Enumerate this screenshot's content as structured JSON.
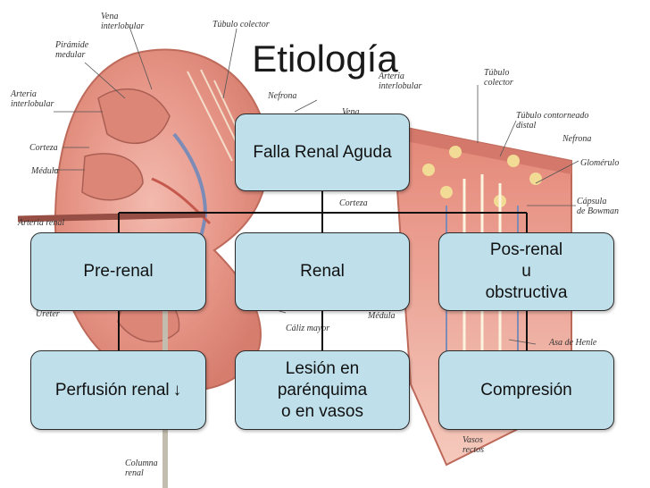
{
  "title": "Etiología",
  "root": "Falla Renal Aguda",
  "categories": [
    {
      "label_lines": [
        "Pre-renal"
      ]
    },
    {
      "label_lines": [
        "Renal"
      ]
    },
    {
      "label_lines": [
        "Pos-renal",
        "u",
        "obstructiva"
      ]
    }
  ],
  "causes": [
    {
      "text": "Perfusión renal",
      "arrow": "↓"
    },
    {
      "label_lines": [
        "Lesión en",
        "parénquima",
        "o en vasos"
      ]
    },
    {
      "label_lines": [
        "Compresión"
      ]
    }
  ],
  "anatomy_labels": {
    "vena_interlobular": [
      "Vena",
      "interlobular"
    ],
    "tubulo_colector": "Túbulo colector",
    "piramide_medular": [
      "Pirámide",
      "medular"
    ],
    "arteria_interlobular": [
      "Arteria",
      "interlobular"
    ],
    "nefrona": "Nefrona",
    "corteza": "Corteza",
    "medula": "Médula",
    "arteria_renal": "Arteria renal",
    "ureter": "Uréter",
    "caliz_mayor": "Cáliz mayor",
    "columna_renal": [
      "Columna",
      "renal"
    ],
    "vena_right": "Vena",
    "corteza_right": "Corteza",
    "medula_right": "Médula",
    "arteria_interlobular_right": [
      "Arteria",
      "interlobular"
    ],
    "tubulo_colector_right": [
      "Túbulo",
      "colector"
    ],
    "tubulo_contorneado_distal": [
      "Túbulo contorneado",
      "distal"
    ],
    "nefrona_right": "Nefrona",
    "glomerulo": "Glomérulo",
    "capsula_bowman": [
      "Cápsula",
      "de Bowman"
    ],
    "asa_henle": "Asa de Henle",
    "vasos_rectos": [
      "Vasos",
      "rectos"
    ]
  }
}
